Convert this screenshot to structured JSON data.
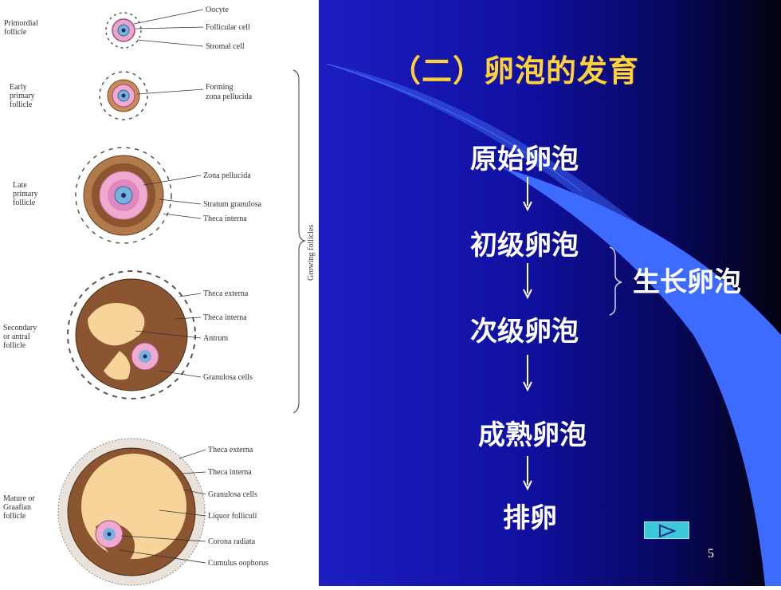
{
  "slide": {
    "title": "（二）卵泡的发育",
    "stages": [
      "原始卵泡",
      "初级卵泡",
      "次级卵泡",
      "成熟卵泡",
      "排卵"
    ],
    "growing_group_label": "生长卵泡",
    "page_number": "5"
  },
  "diagram": {
    "rows": [
      {
        "name": "Primordial\nfollicle",
        "labels": [
          "Oocyte",
          "Follicular cell",
          "Stromal cell"
        ]
      },
      {
        "name": "Early\nprimary\nfollicle",
        "labels": [
          "Forming\nzona pellucida"
        ]
      },
      {
        "name": "Late\nprimary\nfollicle",
        "labels": [
          "Zona pellucida",
          "Stratum granulosa",
          "Theca interna"
        ]
      },
      {
        "name": "Secondary\nor antral\nfollicle",
        "labels": [
          "Theca externa",
          "Theca interna",
          "Antrum",
          "Granulosa cells"
        ]
      },
      {
        "name": "Mature or\nGraafian\nfollicle",
        "labels": [
          "Theca externa",
          "Theca interna",
          "Granulosa cells",
          "Liquor folliculi",
          "Corona radiata",
          "Cumulus oophorus"
        ]
      }
    ],
    "bracket_label": "Growing follicles"
  }
}
